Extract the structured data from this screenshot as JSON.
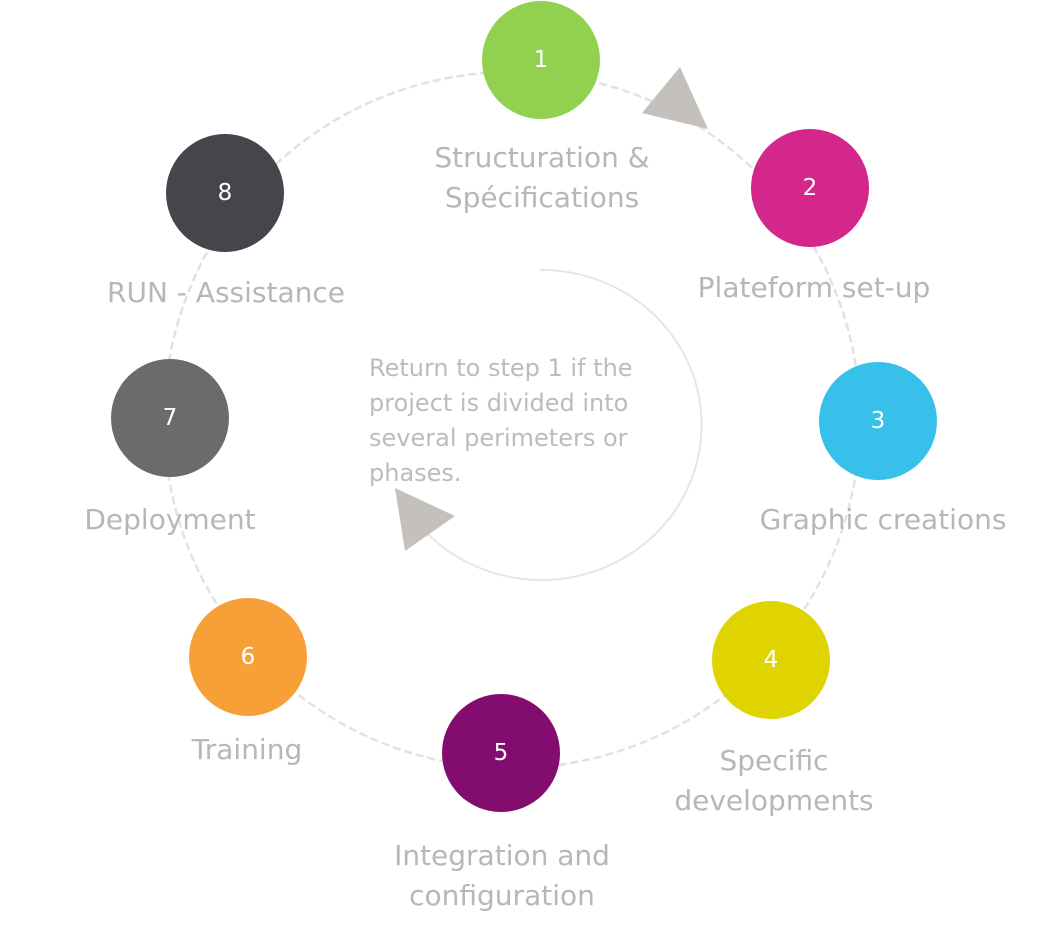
{
  "colors": {
    "step1": "#92d14f",
    "step2": "#d4278c",
    "step3": "#36c0ea",
    "step4": "#e0d400",
    "step5": "#830d6e",
    "step6": "#f8a038",
    "step7": "#6b6b6d",
    "step8": "#45464b",
    "label_text": "#b7b7b7",
    "arrow": "#c4c1bd",
    "ring": "#e2e2e2"
  },
  "steps": [
    {
      "number": "1",
      "label": "Structuration &\nSpécifications"
    },
    {
      "number": "2",
      "label": "Plateform set-up"
    },
    {
      "number": "3",
      "label": "Graphic creations"
    },
    {
      "number": "4",
      "label": "Specific\ndevelopments"
    },
    {
      "number": "5",
      "label": "Integration and\nconfiguration"
    },
    {
      "number": "6",
      "label": "Training"
    },
    {
      "number": "7",
      "label": "Deployment"
    },
    {
      "number": "8",
      "label": "RUN - Assistance"
    }
  ],
  "center_note": "Return to step 1 if the\nproject is divided into\nseveral perimeters or\nphases."
}
